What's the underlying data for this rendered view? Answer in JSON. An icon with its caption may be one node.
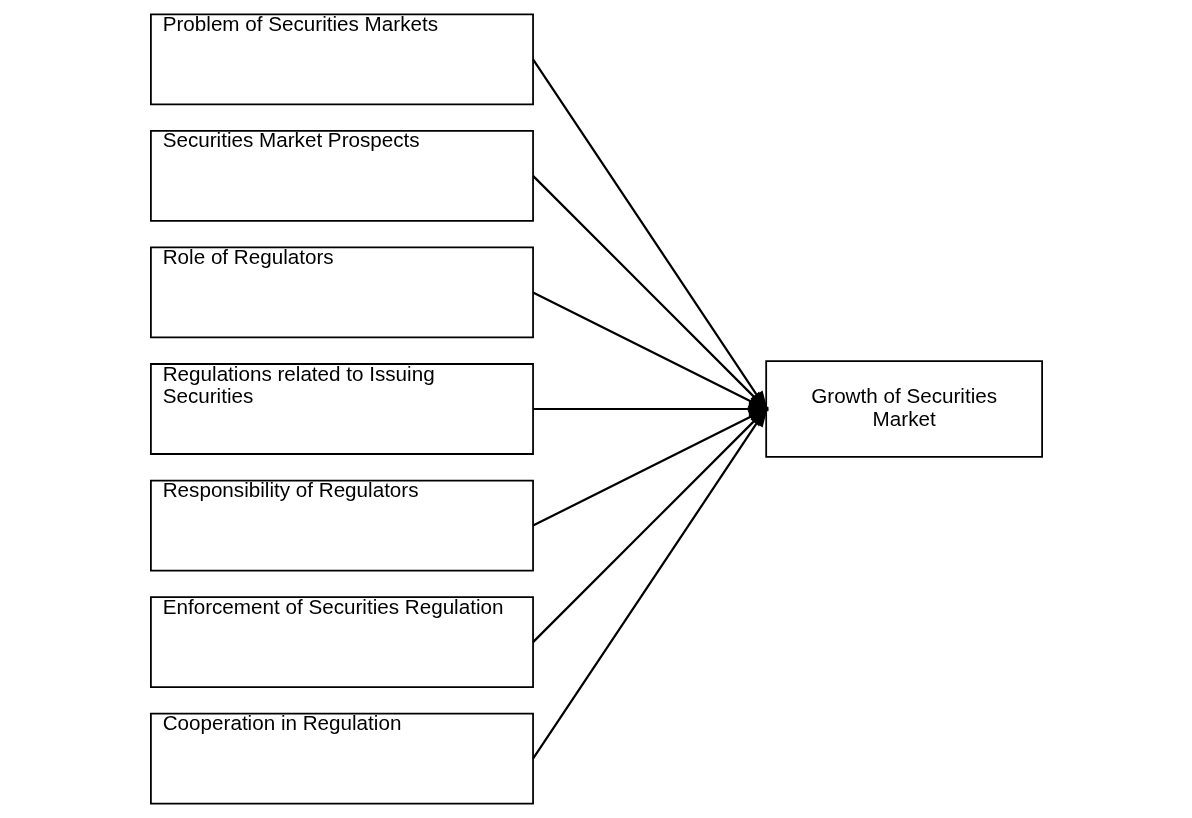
{
  "diagram": {
    "nodes": [
      {
        "text": [
          "Problem of Securities Markets"
        ]
      },
      {
        "text": [
          "Securities Market Prospects"
        ]
      },
      {
        "text": [
          "Role of Regulators"
        ]
      },
      {
        "text": [
          "Regulations related to Issuing Securities"
        ]
      },
      {
        "text": [
          "Responsibility of Regulators"
        ]
      },
      {
        "text": [
          "Enforcement of Securities Regulation"
        ]
      },
      {
        "text": [
          "Cooperation in Regulation"
        ]
      },
      {
        "text": [
          "Growth of Securities Market"
        ]
      }
    ],
    "edges": [
      {
        "from": 0,
        "to": 7,
        "arrow": "to"
      },
      {
        "from": 1,
        "to": 7,
        "arrow": "to"
      },
      {
        "from": 2,
        "to": 7,
        "arrow": "to"
      },
      {
        "from": 3,
        "to": 7,
        "arrow": "to"
      },
      {
        "from": 4,
        "to": 7,
        "arrow": "to"
      },
      {
        "from": 5,
        "to": 7,
        "arrow": "to"
      },
      {
        "from": 6,
        "to": 7,
        "arrow": "to"
      }
    ]
  }
}
